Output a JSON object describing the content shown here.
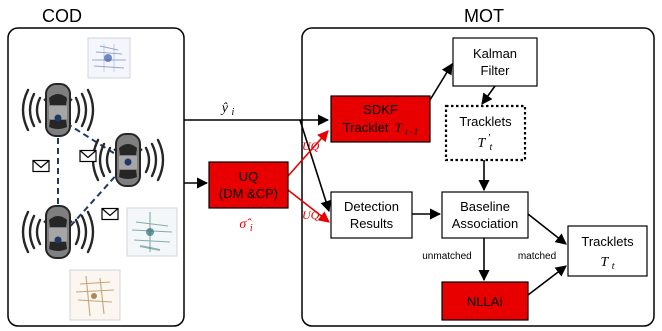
{
  "cod": {
    "title": "COD",
    "message_icon": "envelope-icon",
    "car_icon": "car-topview-icon",
    "pointcloud_icon": "lidar-pointcloud-thumbnail"
  },
  "mot": {
    "title": "MOT",
    "kalman_line1": "Kalman",
    "kalman_line2": "Filter",
    "sdkf_line1": "SDKF",
    "sdkf_line2": "Tracklet",
    "sdkf_math": "T",
    "sdkf_sub": "t−1",
    "tracklets_pred_line1": "Tracklets",
    "tracklets_pred_math": "T",
    "tracklets_pred_sub": "t",
    "tracklets_pred_prime": "′",
    "detection_line1": "Detection",
    "detection_line2": "Results",
    "baseline_line1": "Baseline",
    "baseline_line2": "Association",
    "nllai": "NLLAI",
    "tracklets_out_line1": "Tracklets",
    "tracklets_out_math": "T",
    "tracklets_out_sub": "t",
    "unmatched": "unmatched",
    "matched": "matched"
  },
  "uq": {
    "line1": "UQ",
    "line2": "(DM &CP)",
    "sigma_symbol": "σ̂",
    "sigma_sub": "i",
    "edge_label": "UQ"
  },
  "yhat": {
    "symbol": "ŷ",
    "sub": "i"
  },
  "colors": {
    "red_box": "#e80000",
    "red_text": "#e80000",
    "link_dash": "#1f3864",
    "car_body": "#7f7f7f",
    "car_dark": "#262626",
    "node_dot": "#1f3864"
  }
}
